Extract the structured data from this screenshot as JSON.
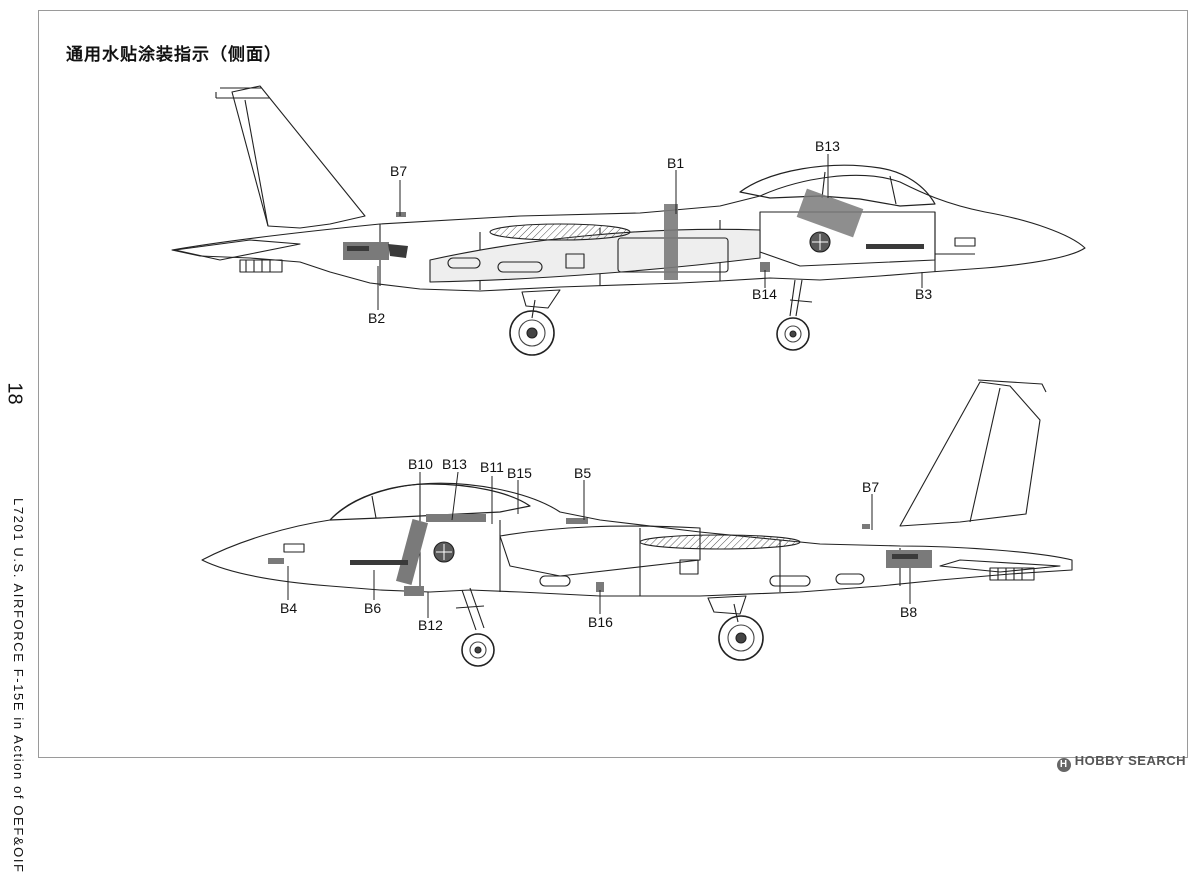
{
  "page": {
    "title": "通用水贴涂装指示（侧面）",
    "page_number": "18",
    "side_caption": "L7201 U.S. AIRFORCE F-15E in Action of OEF&OIF",
    "watermark": "HOBBY SEARCH"
  },
  "top_view": {
    "callouts": [
      "B7",
      "B1",
      "B13",
      "B2",
      "B14",
      "B3"
    ]
  },
  "bottom_view": {
    "callouts": [
      "B10",
      "B13",
      "B11",
      "B15",
      "B5",
      "B7",
      "B4",
      "B6",
      "B12",
      "B16",
      "B8"
    ]
  },
  "colors": {
    "line": "#222222",
    "decal_fill": "#7a7a7a",
    "decal_dark": "#3a3a3a",
    "wheel": "#444444"
  }
}
